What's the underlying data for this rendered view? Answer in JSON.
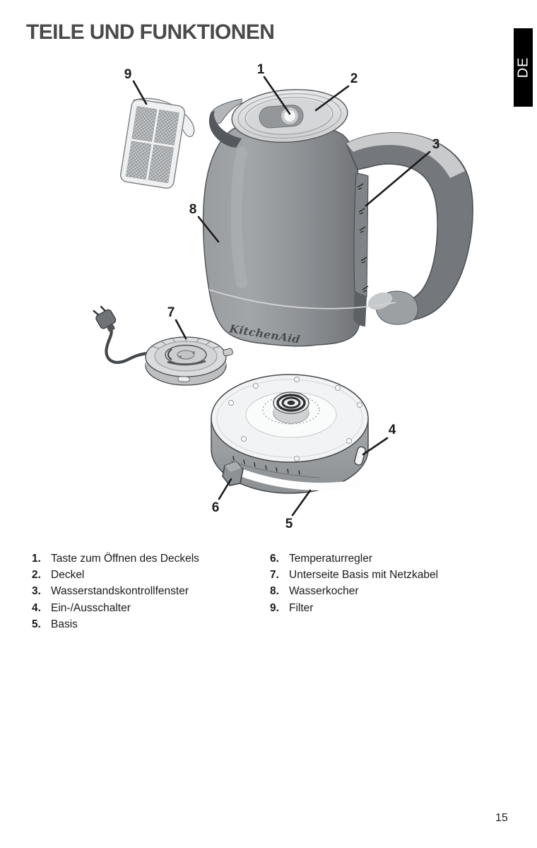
{
  "page": {
    "title": "TEILE UND FUNKTIONEN",
    "language_tab": "DE",
    "page_number": "15"
  },
  "diagram": {
    "brand": "KitchenAid",
    "callouts": [
      "1",
      "2",
      "3",
      "4",
      "5",
      "6",
      "7",
      "8",
      "9"
    ]
  },
  "legend": {
    "left": [
      {
        "num": "1.",
        "text": "Taste zum Öffnen des Deckels"
      },
      {
        "num": "2.",
        "text": "Deckel"
      },
      {
        "num": "3.",
        "text": "Wasserstandskontrollfenster"
      },
      {
        "num": "4.",
        "text": "Ein-/Ausschalter"
      },
      {
        "num": "5.",
        "text": "Basis"
      }
    ],
    "right": [
      {
        "num": "6.",
        "text": "Temperaturregler"
      },
      {
        "num": "7.",
        "text": "Unterseite Basis mit Netzkabel"
      },
      {
        "num": "8.",
        "text": "Wasserkocher"
      },
      {
        "num": "9.",
        "text": "Filter"
      }
    ]
  }
}
